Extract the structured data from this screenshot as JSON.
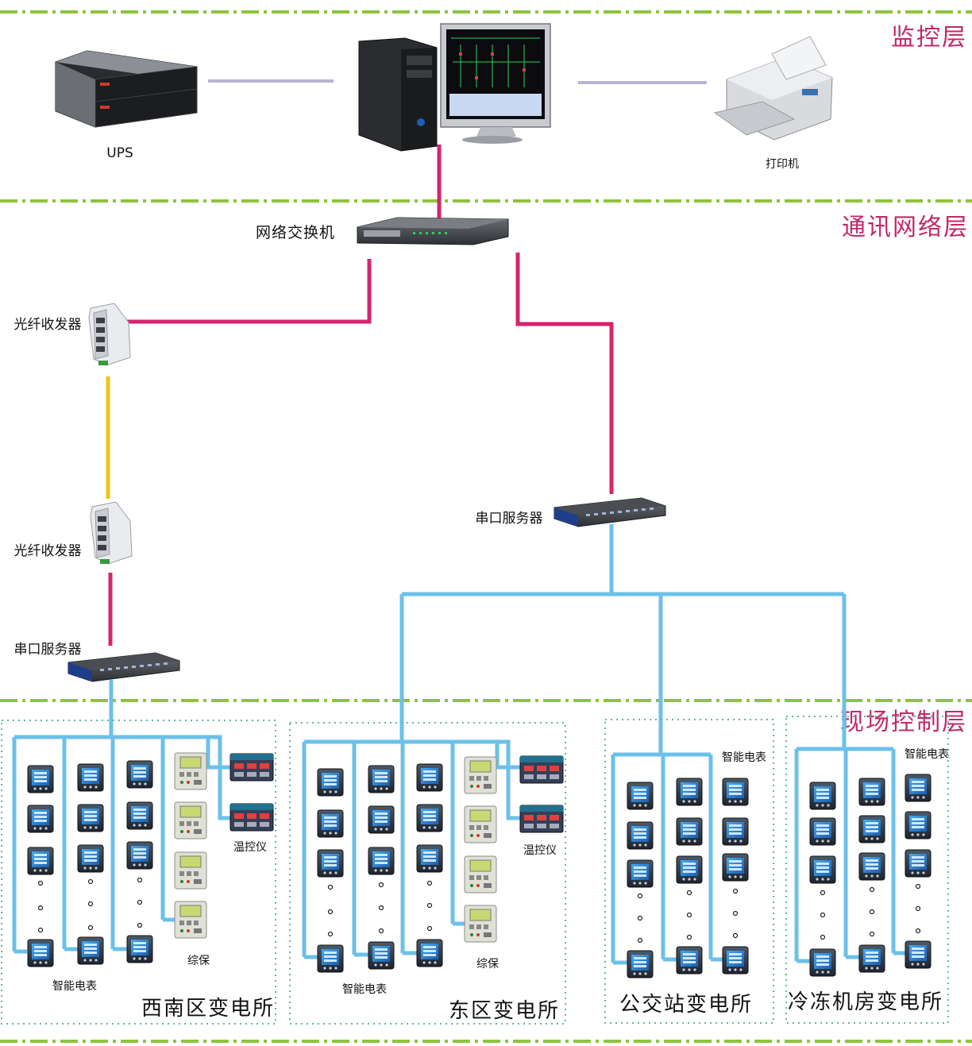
{
  "layers": {
    "monitoring": "监控层",
    "network": "通讯网络层",
    "field": "现场控制层"
  },
  "devices": {
    "ups": "UPS",
    "printer": "打印机",
    "switch": "网络交换机",
    "fiber_top": "光纤收发器",
    "fiber_bottom": "光纤收发器",
    "serial_left": "串口服务器",
    "serial_right": "串口服务器"
  },
  "substations": {
    "southwest": {
      "name": "西南区变电所",
      "meter_label": "智能电表",
      "protection_label": "综保",
      "temp_label": "温控仪"
    },
    "east": {
      "name": "东区变电所",
      "meter_label": "智能电表",
      "protection_label": "综保",
      "temp_label": "温控仪"
    },
    "bus": {
      "name": "公交站变电所",
      "meter_label": "智能电表"
    },
    "cold": {
      "name": "冷冻机房变电所",
      "meter_label": "智能电表"
    }
  },
  "colors": {
    "layer_line": "#8cc43c",
    "ethernet": "#d6246e",
    "fiber": "#f2c21a",
    "rs485": "#6cc0ea",
    "layer_text": "#c3286a"
  }
}
